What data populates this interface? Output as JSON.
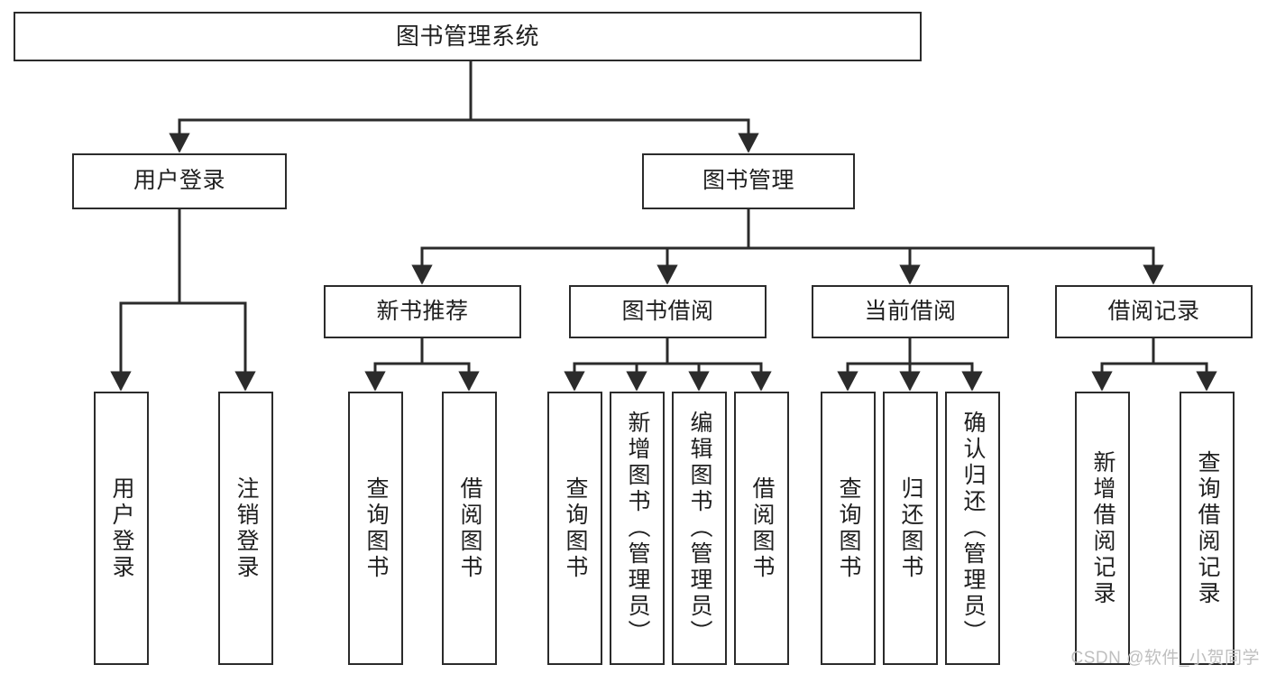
{
  "diagram": {
    "title": "图书管理系统",
    "type": "tree-hierarchy-chart",
    "stroke_color": "#2b2b2b",
    "fill_color": "#ffffff",
    "text_color": "#1f1f1f"
  },
  "watermark": {
    "text": "CSDN @软件_小贺同学",
    "color": "#bfbfbf"
  },
  "nodes": {
    "root": {
      "label": "图书管理系统"
    },
    "level2": [
      {
        "label": "用户登录"
      },
      {
        "label": "图书管理"
      }
    ],
    "level3": [
      {
        "label": "新书推荐"
      },
      {
        "label": "图书借阅"
      },
      {
        "label": "当前借阅"
      },
      {
        "label": "借阅记录"
      }
    ],
    "leaves": {
      "user_login": [
        {
          "label": "用户登录"
        },
        {
          "label": "注销登录"
        }
      ],
      "new_book": [
        {
          "label": "查询图书"
        },
        {
          "label": "借阅图书"
        }
      ],
      "book_borrow": [
        {
          "label": "查询图书"
        },
        {
          "label": "新增图书（管理员）"
        },
        {
          "label": "编辑图书（管理员）"
        },
        {
          "label": "借阅图书"
        }
      ],
      "current_borrow": [
        {
          "label": "查询图书"
        },
        {
          "label": "归还图书"
        },
        {
          "label": "确认归还（管理员）"
        }
      ],
      "borrow_record": [
        {
          "label": "新增借阅记录"
        },
        {
          "label": "查询借阅记录"
        }
      ]
    }
  }
}
